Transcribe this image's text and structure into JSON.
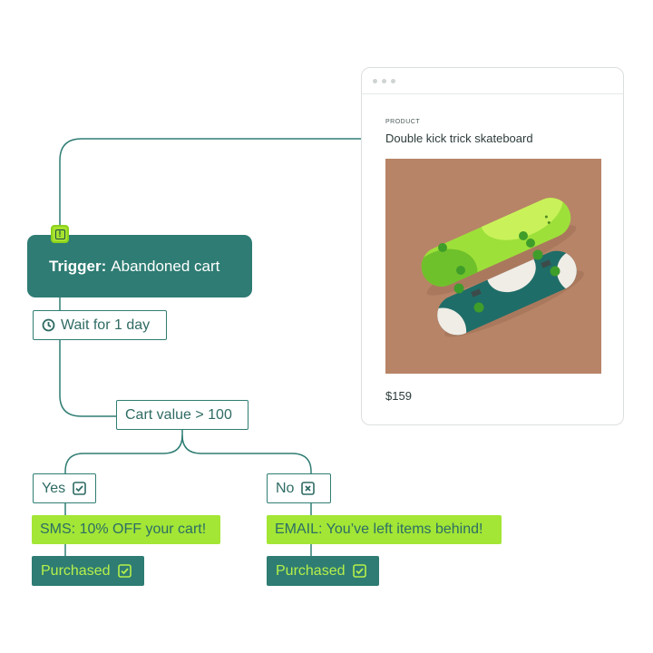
{
  "product": {
    "kicker": "PRODUCT",
    "name": "Double kick trick skateboard",
    "price": "$159",
    "image_icon": "skateboard-photo"
  },
  "flow": {
    "trigger_label": "Trigger:",
    "trigger_value": "Abandoned cart",
    "wait": "Wait for 1 day",
    "condition": "Cart value > 100",
    "yes": "Yes",
    "no": "No",
    "sms": "SMS: 10% OFF your cart!",
    "email": "EMAIL: You’ve left items behind!",
    "purchased_yes": "Purchased",
    "purchased_no": "Purchased"
  },
  "colors": {
    "teal": "#2e7c73",
    "lime": "#a3e635",
    "image_bg": "#b78467"
  },
  "icons": [
    "alert-icon",
    "clock-icon",
    "checkbox-checked-icon",
    "checkbox-x-icon"
  ]
}
